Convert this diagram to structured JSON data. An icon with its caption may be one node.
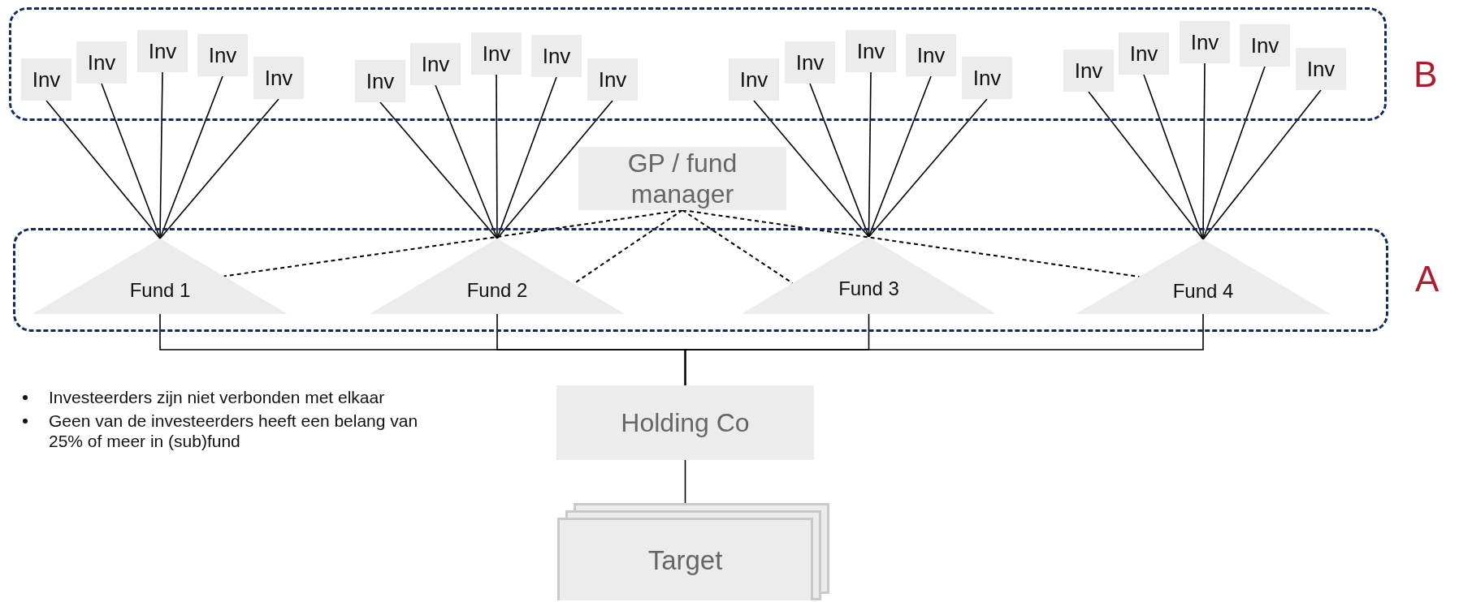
{
  "diagram": {
    "nodes": [
      {
        "text": [
          "B"
        ]
      },
      {
        "text": [
          "Inv"
        ],
        "in": 0
      },
      {
        "text": [
          "Inv"
        ],
        "in": 0
      },
      {
        "text": [
          "Inv"
        ],
        "in": 0
      },
      {
        "text": [
          "Inv"
        ],
        "in": 0
      },
      {
        "text": [
          "Inv"
        ],
        "in": 0
      },
      {
        "text": [
          "Inv"
        ],
        "in": 0
      },
      {
        "text": [
          "Inv"
        ],
        "in": 0
      },
      {
        "text": [
          "Inv"
        ],
        "in": 0
      },
      {
        "text": [
          "Inv"
        ],
        "in": 0
      },
      {
        "text": [
          "Inv"
        ],
        "in": 0
      },
      {
        "text": [
          "Inv"
        ],
        "in": 0
      },
      {
        "text": [
          "Inv"
        ],
        "in": 0
      },
      {
        "text": [
          "Inv"
        ],
        "in": 0
      },
      {
        "text": [
          "Inv"
        ],
        "in": 0
      },
      {
        "text": [
          "Inv"
        ],
        "in": 0
      },
      {
        "text": [
          "Inv"
        ],
        "in": 0
      },
      {
        "text": [
          "Inv"
        ],
        "in": 0
      },
      {
        "text": [
          "Inv"
        ],
        "in": 0
      },
      {
        "text": [
          "Inv"
        ],
        "in": 0
      },
      {
        "text": [
          "Inv"
        ],
        "in": 0
      },
      {
        "text": [
          "GP / fund manager"
        ]
      },
      {
        "text": [
          "A"
        ]
      },
      {
        "text": [
          "Fund 1"
        ],
        "in": 22
      },
      {
        "text": [
          "Fund 2"
        ],
        "in": 22
      },
      {
        "text": [
          "Fund 3"
        ],
        "in": 22
      },
      {
        "text": [
          "Fund 4"
        ],
        "in": 22
      },
      {
        "text": [
          "Holding Co"
        ]
      },
      {
        "text": [
          "Target"
        ]
      }
    ],
    "edges": [
      {
        "from": 1,
        "to": 23,
        "arrow": "none"
      },
      {
        "from": 2,
        "to": 23,
        "arrow": "none"
      },
      {
        "from": 3,
        "to": 23,
        "arrow": "none"
      },
      {
        "from": 4,
        "to": 23,
        "arrow": "none"
      },
      {
        "from": 5,
        "to": 23,
        "arrow": "none"
      },
      {
        "from": 6,
        "to": 24,
        "arrow": "none"
      },
      {
        "from": 7,
        "to": 24,
        "arrow": "none"
      },
      {
        "from": 8,
        "to": 24,
        "arrow": "none"
      },
      {
        "from": 9,
        "to": 24,
        "arrow": "none"
      },
      {
        "from": 10,
        "to": 24,
        "arrow": "none"
      },
      {
        "from": 11,
        "to": 25,
        "arrow": "none"
      },
      {
        "from": 12,
        "to": 25,
        "arrow": "none"
      },
      {
        "from": 13,
        "to": 25,
        "arrow": "none"
      },
      {
        "from": 14,
        "to": 25,
        "arrow": "none"
      },
      {
        "from": 15,
        "to": 25,
        "arrow": "none"
      },
      {
        "from": 16,
        "to": 26,
        "arrow": "none"
      },
      {
        "from": 17,
        "to": 26,
        "arrow": "none"
      },
      {
        "from": 18,
        "to": 26,
        "arrow": "none"
      },
      {
        "from": 19,
        "to": 26,
        "arrow": "none"
      },
      {
        "from": 20,
        "to": 26,
        "arrow": "none"
      },
      {
        "from": 21,
        "to": 23,
        "arrow": "none",
        "style": "dashed"
      },
      {
        "from": 21,
        "to": 24,
        "arrow": "none",
        "style": "dashed"
      },
      {
        "from": 21,
        "to": 25,
        "arrow": "none",
        "style": "dashed"
      },
      {
        "from": 21,
        "to": 26,
        "arrow": "none",
        "style": "dashed"
      },
      {
        "from": 23,
        "to": 27,
        "arrow": "none"
      },
      {
        "from": 24,
        "to": 27,
        "arrow": "none"
      },
      {
        "from": 25,
        "to": 27,
        "arrow": "none"
      },
      {
        "from": 26,
        "to": 27,
        "arrow": "none"
      },
      {
        "from": 27,
        "to": 28,
        "arrow": "none"
      }
    ],
    "labels": [
      "Investeerders zijn niet verbonden met elkaar",
      "Geen van de investeerders heeft een belang van 25% of meer in (sub)fund"
    ]
  }
}
